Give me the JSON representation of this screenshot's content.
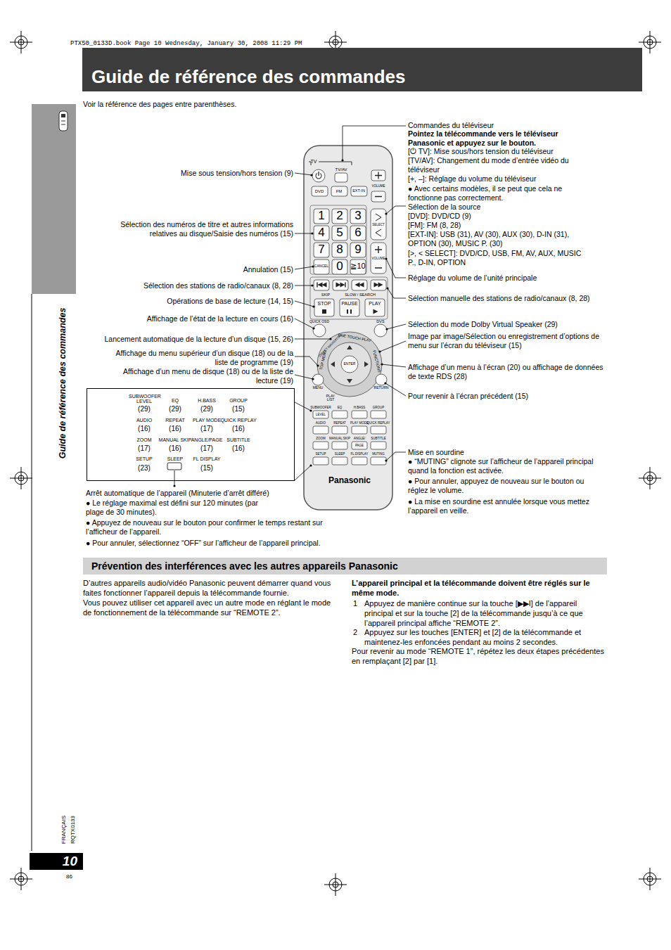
{
  "diagram": {
    "title": "Guide de référence des commandes",
    "nodes": [
      {
        "text": [
          "TV",
          "TV/AV",
          "VOLUME",
          "DVD",
          "FM",
          "EXT-IN",
          "1",
          "2",
          "3",
          "4",
          "5",
          "6",
          "7",
          "8",
          "9",
          "CANCEL",
          "0",
          "≧10",
          "SELECT",
          "VOLUME",
          "SKIP",
          "SLOW / SEARCH",
          "STOP",
          "PAUSE",
          "PLAY",
          "QUICK OSD",
          "DVS",
          "ONE TOUCH PLAY",
          "DIRECT NAVIGATOR",
          "TOP MENU",
          "FUNCTIONS",
          "ENTER",
          "MENU",
          "PLAY LIST",
          "RETURN",
          "SUBWOOFER",
          "EQ",
          "H.BASS",
          "GROUP",
          "LEVEL",
          "AUDIO",
          "REPEAT",
          "PLAY MODE",
          "QUICK REPLAY",
          "ZOOM",
          "MANUAL SKIP",
          "ANGLE/",
          "SUBTITLE",
          "PAGE",
          "SETUP",
          "SLEEP",
          "FL DISPLAY",
          "MUTING",
          "Panasonic"
        ]
      },
      {
        "text": [
          "SUBWOOFER LEVEL",
          "(29)",
          "EQ",
          "(29)",
          "H.BASS",
          "(29)",
          "GROUP",
          "(15)",
          "AUDIO",
          "(16)",
          "REPEAT",
          "(16)",
          "PLAY MODE",
          "(17)",
          "QUICK REPLAY",
          "(16)",
          "ZOOM",
          "(17)",
          "MANUAL SKIP",
          "(16)",
          "ANGLE/PAGE",
          "(17)",
          "SUBTITLE",
          "(16)",
          "SETUP",
          "(23)",
          "SLEEP",
          "FL DISPLAY",
          "(15)"
        ]
      },
      {
        "text": [
          "Prévention des interférences avec les autres appareils Panasonic"
        ]
      },
      {
        "text": [
          "10"
        ]
      }
    ],
    "labels": [
      "PTX50_0133D.book  Page 10  Wednesday, January 30, 2008  11:29 PM",
      "Voir la référence des pages entre parenthèses.",
      "Mise sous tension/hors tension (9)",
      "Sélection des numéros de titre et autres informations relatives au disque/Saisie des numéros (15)",
      "Annulation (15)",
      "Sélection des stations de radio/canaux (8, 28)",
      "Opérations de base de lecture (14, 15)",
      "Affichage de l’état de la lecture en cours (16)",
      "Lancement automatique de la lecture d’un disque (15, 26)",
      "Affichage du menu supérieur d’un disque (18) ou de la liste de programme (19)",
      "Affichage d’un menu de disque (18) ou de la liste de lecture (19)",
      "Arrêt automatique de l’appareil (Minuterie d’arrêt différé)",
      "● Le réglage maximal est défini sur 120 minutes (par plage de 30 minutes).",
      "● Appuyez de nouveau sur le bouton pour confirmer le temps restant sur l’afficheur de l’appareil.",
      "● Pour annuler, sélectionnez “OFF” sur l’afficheur de l’appareil principal.",
      "Commandes du téléviseur",
      "Pointez la télécommande vers le téléviseur Panasonic et appuyez sur le bouton.",
      "[⏻ TV]: Mise sous/hors tension du téléviseur",
      "[TV/AV]: Changement du mode d’entrée vidéo du téléviseur",
      "[+, –]: Réglage du volume du téléviseur",
      "● Avec certains modèles, il se peut que cela ne fonctionne pas correctement.",
      "Sélection de la source",
      "[DVD]: DVD/CD (9)",
      "[FM]: FM (8, 28)",
      "[EXT-IN]: USB (31), AV (30), AUX (30), D-IN (31), OPTION (30), MUSIC P. (30)",
      "[>, < SELECT]: DVD/CD, USB, FM, AV, AUX, MUSIC P., D-IN, OPTION",
      "Réglage du volume de l’unité principale",
      "Sélection manuelle des stations de radio/canaux (8, 28)",
      "Sélection du mode Dolby Virtual Speaker (29)",
      "Image par image/Sélection ou enregistrement d’options de menu sur l’écran du téléviseur (15)",
      "Affichage d’un menu à l’écran (20) ou affichage de données de texte RDS (28)",
      "Pour revenir à l’écran précédent (15)",
      "Mise en sourdine",
      "● “MUTING” clignote sur l’afficheur de l’appareil principal quand la fonction est activée.",
      "● Pour annuler, appuyez de nouveau sur le bouton ou réglez le volume.",
      "● La mise en sourdine est annulée lorsque vous mettez l’appareil en veille.",
      "Guide de référence des commandes",
      "D’autres appareils audio/vidéo Panasonic peuvent démarrer quand vous faites fonctionner l’appareil depuis la télécommande fournie.",
      "Vous pouvez utiliser cet appareil avec un autre mode en réglant le mode de fonctionnement de la télécommande sur “REMOTE 2”.",
      "L’appareil principal et la télécommande doivent être réglés sur le même mode.",
      "1",
      "Appuyez de manière continue sur la touche [▶▶I] de l’appareil principal et sur la touche [2] de la télécommande jusqu’à ce que l’appareil principal affiche “REMOTE 2”.",
      "2",
      "Appuyez sur les touches [ENTER] et [2] de la télécommande et maintenez-les enfoncées pendant au moins 2 secondes.",
      "Pour revenir au mode “REMOTE 1”, répétez les deux étapes précédentes en remplaçant [2] par [1].",
      "FRANÇAIS",
      "RQTX0133",
      "86"
    ]
  }
}
